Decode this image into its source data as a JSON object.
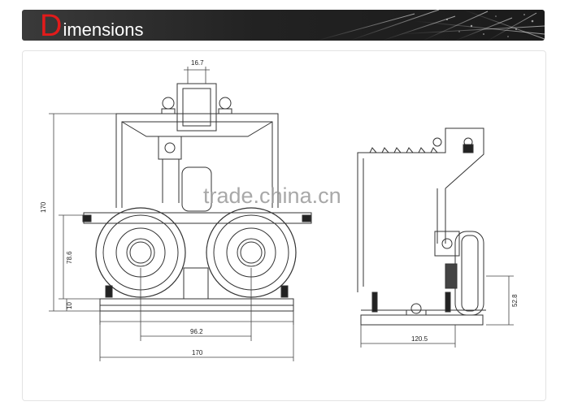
{
  "header": {
    "initial": "D",
    "rest": "imensions",
    "initial_color": "#e21b1b",
    "background": "#222222"
  },
  "drawing": {
    "front_view": {
      "dim_top_width": "16.7",
      "dim_total_height": "170",
      "dim_wheel_height": "78.6",
      "dim_base_thickness": "10",
      "dim_wheel_spacing": "96.2",
      "dim_total_width": "170"
    },
    "side_view": {
      "dim_base_width": "120.5",
      "dim_axle_height": "52.8"
    },
    "watermark": "trade.china.cn"
  }
}
